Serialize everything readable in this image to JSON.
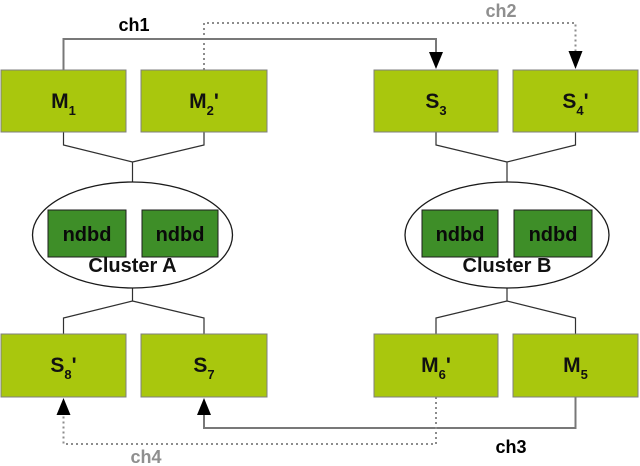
{
  "channels": [
    {
      "label": "ch1",
      "style": "solid",
      "label_color": "#000000",
      "from": "M1",
      "to": "S3"
    },
    {
      "label": "ch2",
      "style": "dotted",
      "label_color": "#8f8f8f",
      "from": "M2'",
      "to": "S4'"
    },
    {
      "label": "ch3",
      "style": "solid",
      "label_color": "#000000",
      "from": "M5",
      "to": "S7"
    },
    {
      "label": "ch4",
      "style": "dotted",
      "label_color": "#8f8f8f",
      "from": "M6'",
      "to": "S8'"
    }
  ],
  "nodes": [
    {
      "letter": "M",
      "sub": "1",
      "prime": ""
    },
    {
      "letter": "M",
      "sub": "2",
      "prime": "'"
    },
    {
      "letter": "S",
      "sub": "3",
      "prime": ""
    },
    {
      "letter": "S",
      "sub": "4",
      "prime": "'"
    },
    {
      "letter": "S",
      "sub": "8",
      "prime": "'"
    },
    {
      "letter": "S",
      "sub": "7",
      "prime": ""
    },
    {
      "letter": "M",
      "sub": "6",
      "prime": "'"
    },
    {
      "letter": "M",
      "sub": "5",
      "prime": ""
    }
  ],
  "clusters": [
    {
      "label": "Cluster A",
      "data_nodes": [
        "ndbd",
        "ndbd"
      ]
    },
    {
      "label": "Cluster B",
      "data_nodes": [
        "ndbd",
        "ndbd"
      ]
    }
  ],
  "colors": {
    "sql_node_fill": "#a9c70d",
    "sql_node_border": "#7f7f7f",
    "data_node_fill": "#3e8e28",
    "data_node_border": "#1e1e1e",
    "solid_line": "#787878",
    "dotted_line": "#8c8c8c",
    "fork_line": "#303030",
    "arrowhead": "#000000",
    "gray_label": "#8f8f8f",
    "black_label": "#000000",
    "background": "#ffffff"
  }
}
